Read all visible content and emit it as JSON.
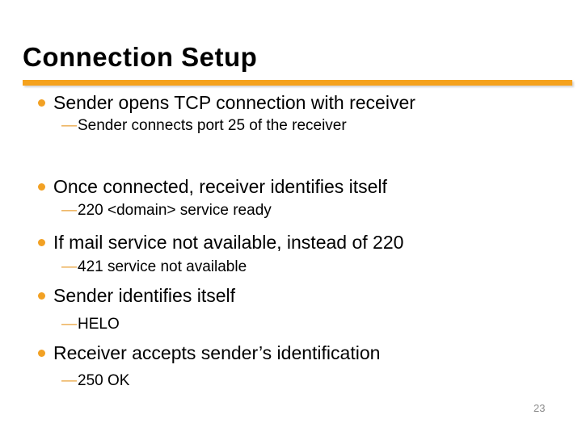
{
  "slide": {
    "title": "Connection Setup",
    "page_number": "23",
    "sub_marker": "—",
    "bullets": [
      {
        "text": "Sender opens TCP connection with receiver",
        "sub": "Sender connects port 25 of the receiver"
      },
      {
        "text": "Once connected, receiver identifies itself",
        "sub": "220 <domain> service ready"
      },
      {
        "text": "If mail service not available, instead of 220",
        "sub": "421 service not available"
      },
      {
        "text": "Sender identifies itself",
        "sub": "HELO"
      },
      {
        "text": "Receiver accepts sender’s identification",
        "sub": "250 OK"
      }
    ]
  },
  "colors": {
    "background": "#FFFFFF",
    "title_text": "#000000",
    "accent_bar": "#F5A21D",
    "bullet_dot": "#F2A124",
    "sub_dash": "#E8A23B",
    "body_text": "#000000",
    "page_number": "#8C8C8C"
  }
}
